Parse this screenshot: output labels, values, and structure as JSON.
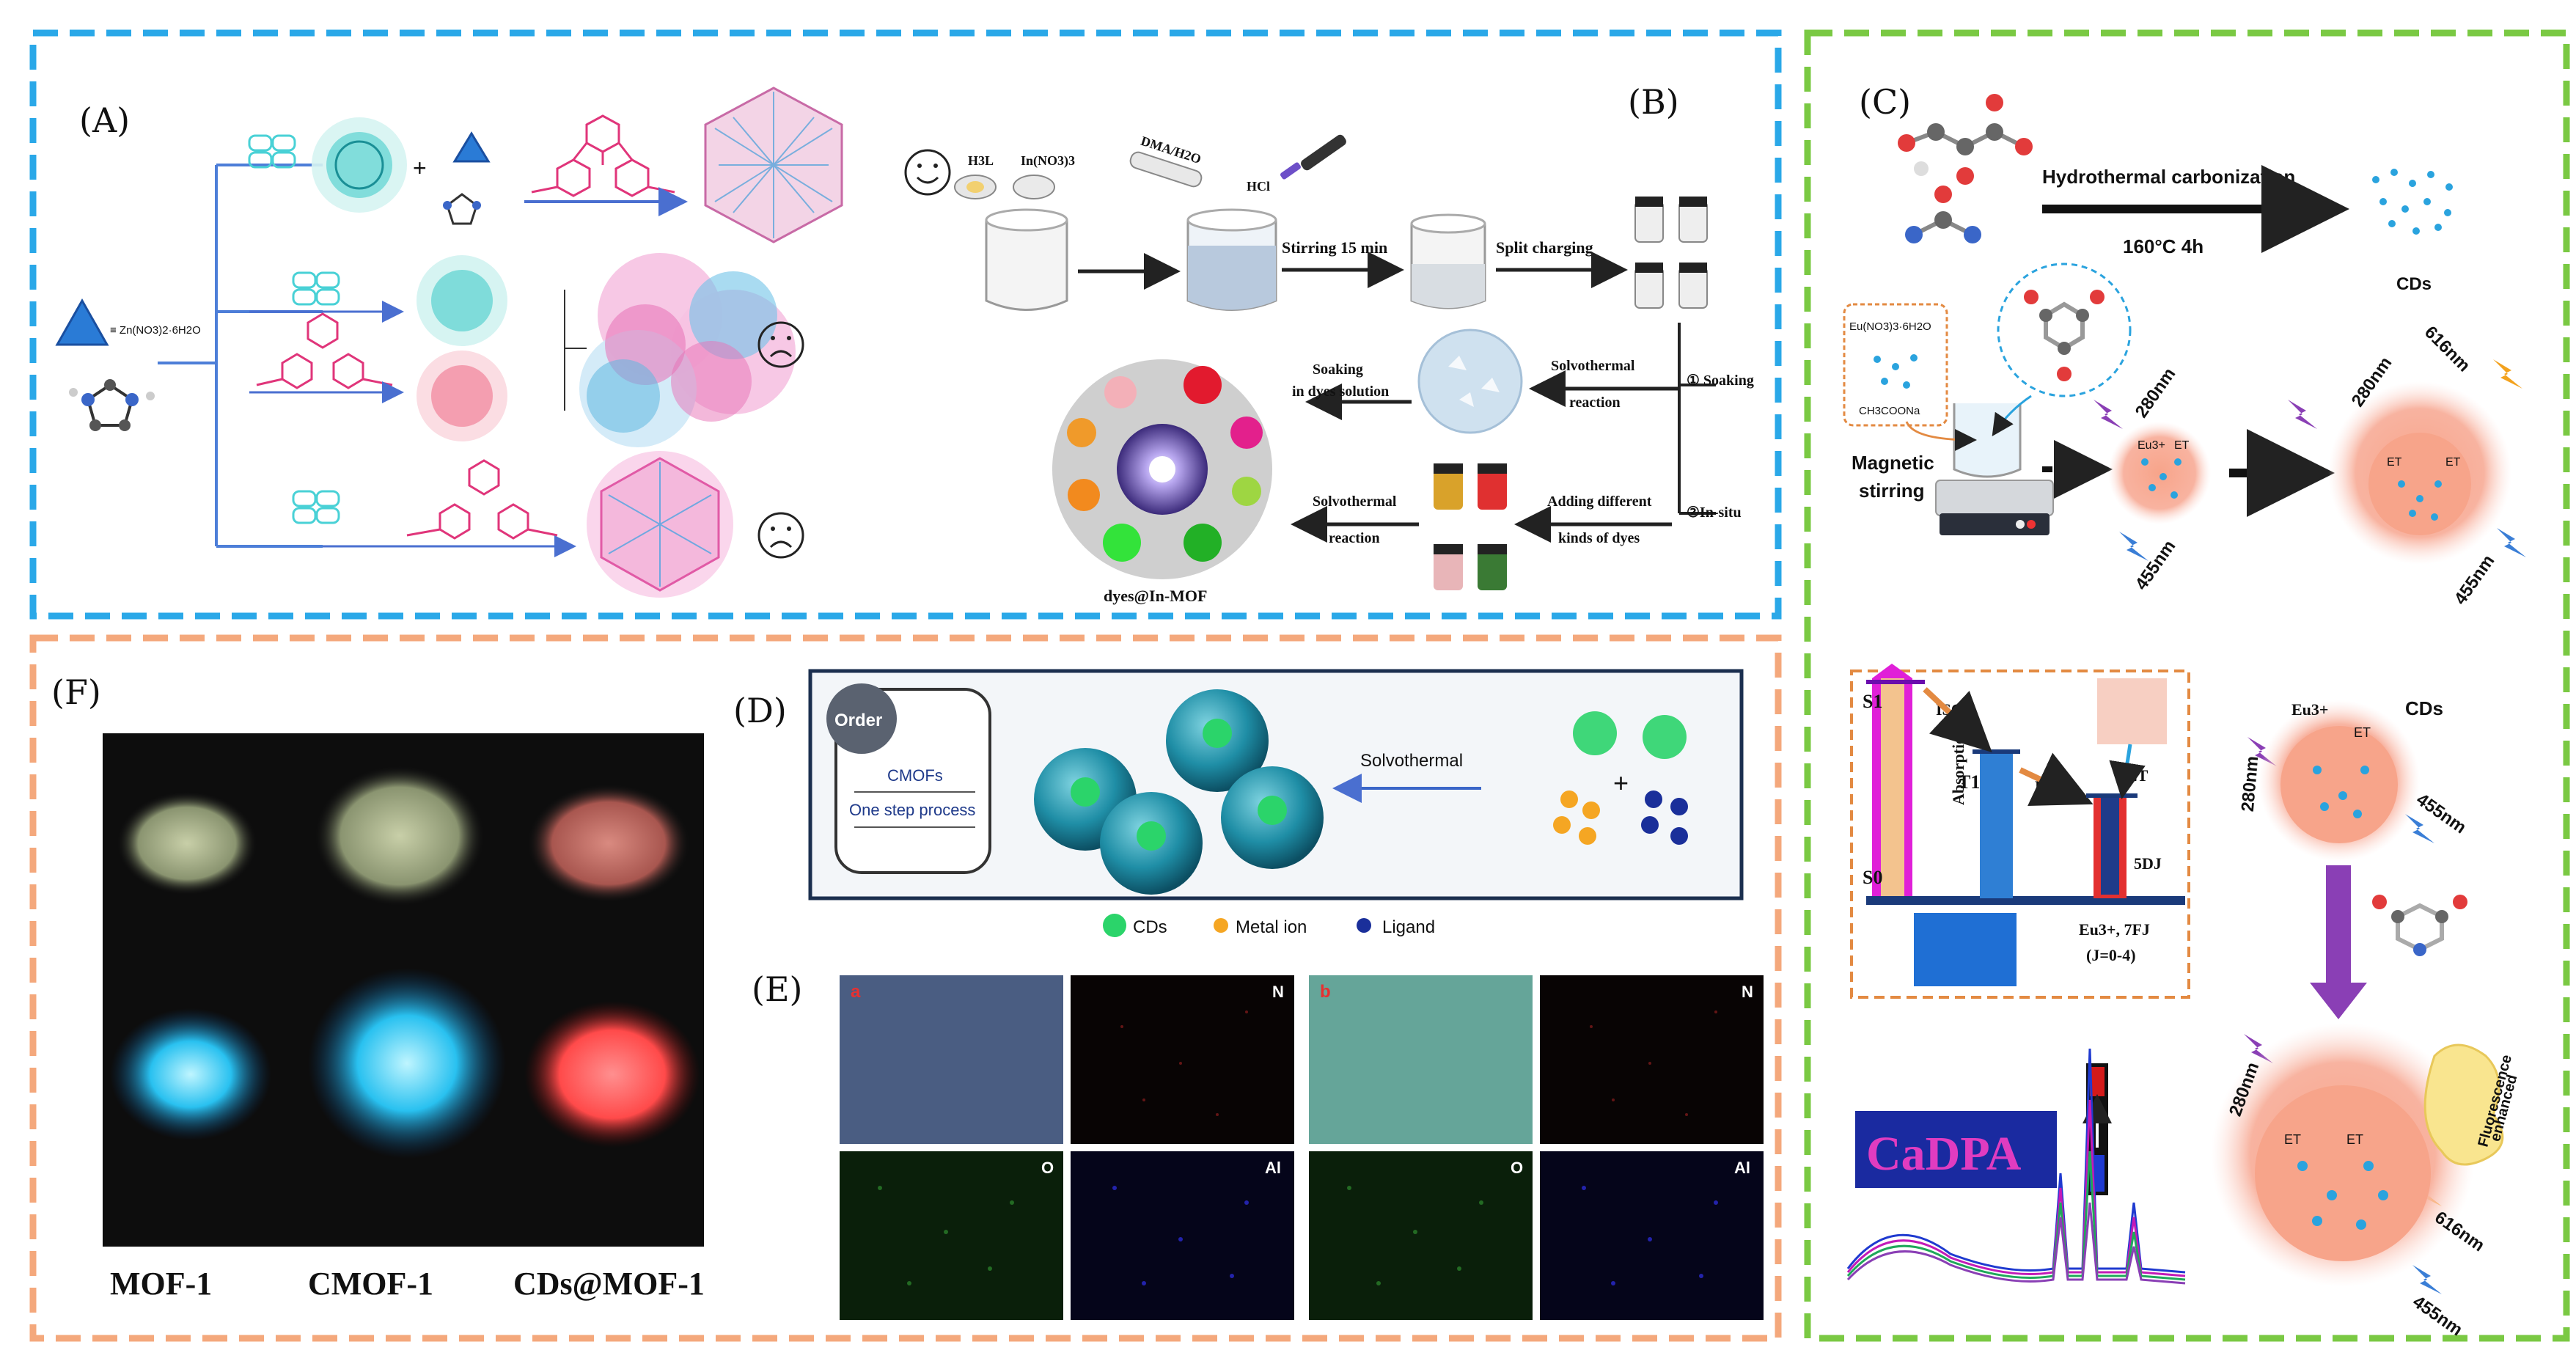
{
  "panels": {
    "A": {
      "label": "(A)",
      "zn_formula": "≡ Zn(NO3)2·6H2O"
    },
    "B": {
      "label": "(B)",
      "reagents": [
        "H3L",
        "In(NO3)3",
        "DMA/H2O",
        "HCl"
      ],
      "stirring": "Stirring 15 min",
      "split": "Split charging",
      "soaking_step": "① Soaking",
      "insitu_step": "②In-situ",
      "soak_line1": "Soaking",
      "soak_line2": "in dyes solution",
      "solvo1_line1": "Solvothermal",
      "solvo1_line2": "reaction",
      "solvo2_line1": "Solvothermal",
      "solvo2_line2": "reaction",
      "adding_line1": "Adding different",
      "adding_line2": "kinds of dyes",
      "product": "dyes@In-MOF"
    },
    "C": {
      "label": "(C)",
      "hydro": "Hydrothermal carbonization",
      "temp": "160°C  4h",
      "cds": "CDs",
      "eu_salt": "Eu(NO3)3·6H2O",
      "acetate": "CH3COONa",
      "magnetic1": "Magnetic",
      "magnetic2": "stirring",
      "nm280": "280nm",
      "nm455": "455nm",
      "nm616": "616nm",
      "eu3": "Eu3+",
      "et": "ET",
      "s1": "S1",
      "s0": "S0",
      "t1": "T1",
      "isc": "ISC",
      "absorption": "Absorption",
      "d5": "5DJ",
      "eu_level1": "Eu3+, 7FJ",
      "eu_level2": "(J=0-4)",
      "fluor1": "Fluorescence",
      "fluor2": "enhanced",
      "cadpa": "CaDPA"
    },
    "D": {
      "label": "(D)",
      "order": "Order",
      "cmofs": "CMOFs",
      "one_step": "One step process",
      "solvothermal": "Solvothermal",
      "legend": [
        "CDs",
        "Metal ion",
        "Ligand"
      ]
    },
    "E": {
      "label": "(E)",
      "maps": [
        "a",
        "N",
        "b",
        "N",
        "O",
        "Al",
        "O",
        "Al"
      ]
    },
    "F": {
      "label": "(F)",
      "samples": [
        "MOF-1",
        "CMOF-1",
        "CDs@MOF-1"
      ]
    }
  },
  "colors": {
    "blue_frame": "#2aa8e8",
    "green_frame": "#7ac943",
    "orange_frame": "#f4a87c"
  }
}
